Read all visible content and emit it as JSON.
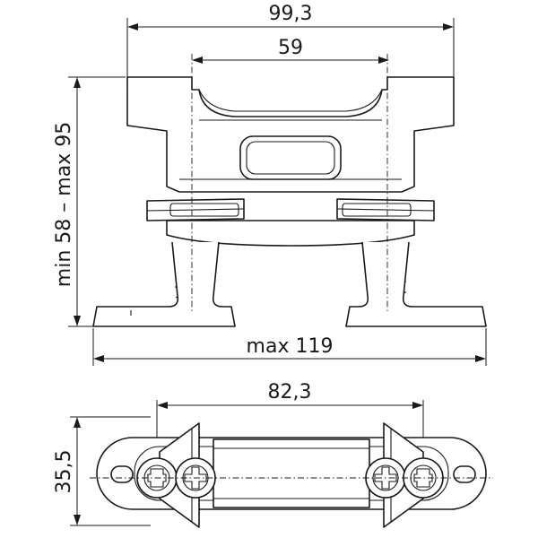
{
  "dimensions": {
    "overall_top_width": "99,3",
    "center_distance_top": "59",
    "height_range": "min 58 – max 95",
    "overall_base_width": "max 119",
    "center_distance_bottom": "82,3",
    "bottom_height": "35,5"
  }
}
